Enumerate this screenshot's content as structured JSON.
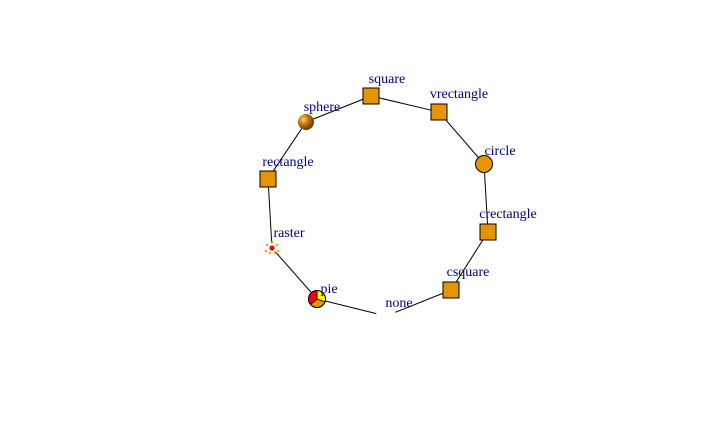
{
  "diagram": {
    "colors": {
      "label": "#000080",
      "node_fill": "#E69500",
      "edge": "#000000",
      "pie_slices": [
        "#FF0000",
        "#FFFF00",
        "#E69500"
      ],
      "raster_center": "#FF0000",
      "raster_points": "#E69500"
    },
    "nodes": [
      {
        "id": "none",
        "label": "none",
        "shape": "none"
      },
      {
        "id": "csquare",
        "label": "csquare",
        "shape": "csquare"
      },
      {
        "id": "crectangle",
        "label": "crectangle",
        "shape": "crectangle"
      },
      {
        "id": "circle",
        "label": "circle",
        "shape": "circle"
      },
      {
        "id": "vrectangle",
        "label": "vrectangle",
        "shape": "vrectangle"
      },
      {
        "id": "square",
        "label": "square",
        "shape": "square"
      },
      {
        "id": "sphere",
        "label": "sphere",
        "shape": "sphere"
      },
      {
        "id": "rectangle",
        "label": "rectangle",
        "shape": "rectangle"
      },
      {
        "id": "raster",
        "label": "raster",
        "shape": "raster"
      },
      {
        "id": "pie",
        "label": "pie",
        "shape": "pie"
      }
    ],
    "edges": [
      [
        "none",
        "csquare"
      ],
      [
        "csquare",
        "crectangle"
      ],
      [
        "crectangle",
        "circle"
      ],
      [
        "circle",
        "vrectangle"
      ],
      [
        "vrectangle",
        "square"
      ],
      [
        "square",
        "sphere"
      ],
      [
        "sphere",
        "rectangle"
      ],
      [
        "rectangle",
        "raster"
      ],
      [
        "raster",
        "pie"
      ],
      [
        "pie",
        "none"
      ]
    ]
  }
}
